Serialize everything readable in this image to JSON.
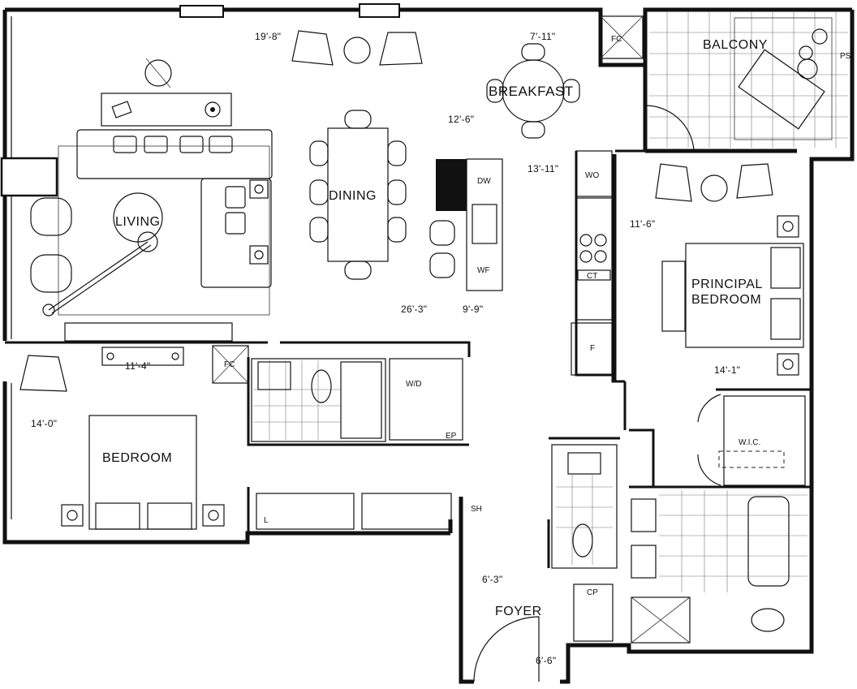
{
  "rooms": {
    "living": "LIVING",
    "dining": "DINING",
    "breakfast": "BREAKFAST",
    "balcony": "BALCONY",
    "bedroom": "BEDROOM",
    "principal_bedroom_line1": "PRINCIPAL",
    "principal_bedroom_line2": "BEDROOM",
    "wic": "W.I.C.",
    "foyer": "FOYER"
  },
  "fixtures": {
    "fc_top": "FC",
    "fc_bedroom": "FC",
    "ps": "PS",
    "dw": "DW",
    "wf": "WF",
    "wo": "WO",
    "ct": "CT",
    "f": "F",
    "wd": "W/D",
    "ep": "EP",
    "sh": "SH",
    "l": "L",
    "cp": "CP"
  },
  "dimensions": {
    "living_width": "19'-8\"",
    "breakfast_width": "7'-11\"",
    "dining_depth": "12'-6\"",
    "breakfast_depth": "13'-11\"",
    "kitchen_depth": "11'-6\"",
    "great_room_length": "26'-3\"",
    "kitchen_width": "9'-9\"",
    "bedroom_width": "11'-4\"",
    "bedroom_depth": "14'-0\"",
    "principal_width": "14'-1\"",
    "foyer_width": "6'-3\"",
    "foyer_depth": "6'-6\""
  }
}
